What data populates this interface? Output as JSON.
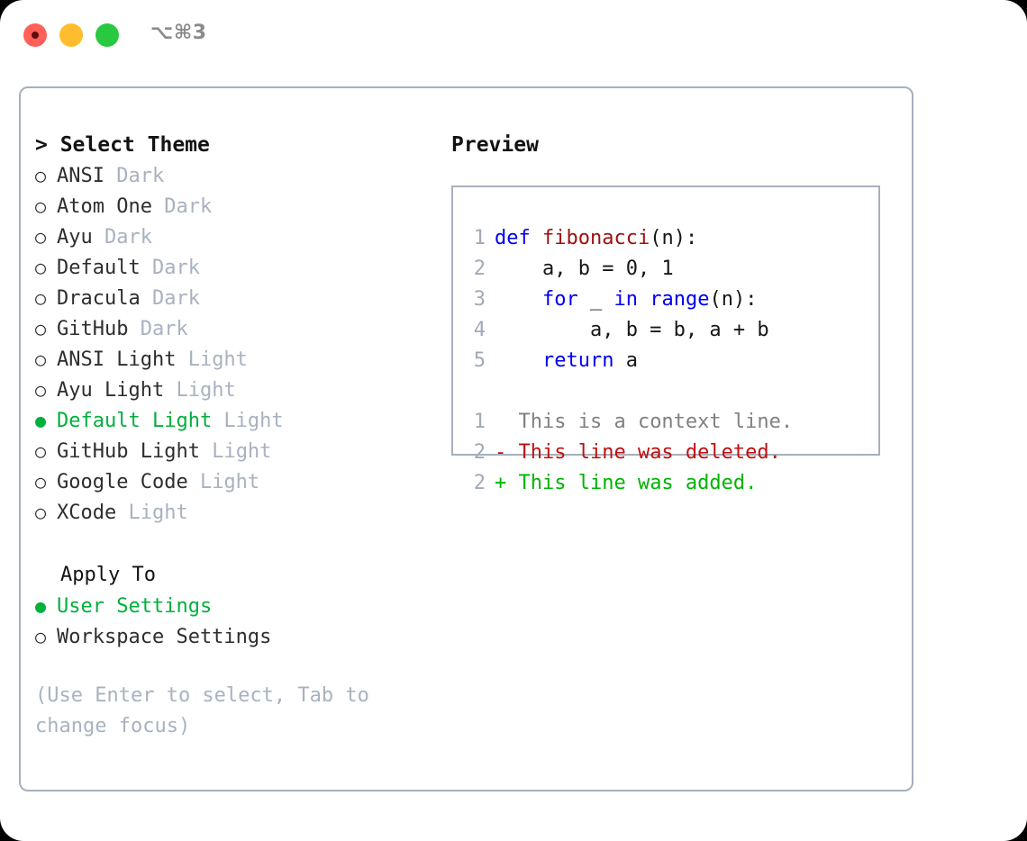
{
  "window": {
    "shortcut": "⌥⌘3",
    "traffic_lights": [
      {
        "name": "close",
        "color": "#ff5f57"
      },
      {
        "name": "minimize",
        "color": "#ffbd2e"
      },
      {
        "name": "maximize",
        "color": "#28c840"
      }
    ],
    "border_color": "#a6b0bd"
  },
  "theme_list": {
    "header": "> Select Theme",
    "selected_bullet": "●",
    "unselected_bullet": "○",
    "selected_color": "#00b03c",
    "muted_color": "#a8b2c0",
    "items": [
      {
        "bullet": "○",
        "name": "ANSI",
        "kind": " Dark",
        "selected": false
      },
      {
        "bullet": "○",
        "name": "Atom One",
        "kind": " Dark",
        "selected": false
      },
      {
        "bullet": "○",
        "name": "Ayu",
        "kind": " Dark",
        "selected": false
      },
      {
        "bullet": "○",
        "name": "Default",
        "kind": " Dark",
        "selected": false
      },
      {
        "bullet": "○",
        "name": "Dracula",
        "kind": " Dark",
        "selected": false
      },
      {
        "bullet": "○",
        "name": "GitHub",
        "kind": " Dark",
        "selected": false
      },
      {
        "bullet": "○",
        "name": "ANSI Light",
        "kind": " Light",
        "selected": false
      },
      {
        "bullet": "○",
        "name": "Ayu Light",
        "kind": " Light",
        "selected": false
      },
      {
        "bullet": "●",
        "name": "Default Light",
        "kind": " Light",
        "selected": true
      },
      {
        "bullet": "○",
        "name": "GitHub Light",
        "kind": " Light",
        "selected": false
      },
      {
        "bullet": "○",
        "name": "Google Code",
        "kind": " Light",
        "selected": false
      },
      {
        "bullet": "○",
        "name": "XCode",
        "kind": " Light",
        "selected": false
      }
    ]
  },
  "apply_to": {
    "title": "Apply To",
    "options": [
      {
        "bullet": "●",
        "label": "User Settings",
        "selected": true
      },
      {
        "bullet": "○",
        "label": "Workspace Settings",
        "selected": false
      }
    ]
  },
  "hint": "(Use Enter to select, Tab to change focus)",
  "preview": {
    "label": "Preview",
    "code_lines": [
      {
        "number": "1",
        "tokens": [
          {
            "text": "def ",
            "type": "kw"
          },
          {
            "text": "fibonacci",
            "type": "fn"
          },
          {
            "text": "(n):",
            "type": "plain"
          }
        ]
      },
      {
        "number": "2",
        "tokens": [
          {
            "text": "    a, b = 0, 1",
            "type": "plain"
          }
        ]
      },
      {
        "number": "3",
        "tokens": [
          {
            "text": "    ",
            "type": "plain"
          },
          {
            "text": "for",
            "type": "kw"
          },
          {
            "text": " _ ",
            "type": "plain"
          },
          {
            "text": "in",
            "type": "kw"
          },
          {
            "text": " ",
            "type": "plain"
          },
          {
            "text": "range",
            "type": "bi"
          },
          {
            "text": "(n):",
            "type": "plain"
          }
        ]
      },
      {
        "number": "4",
        "tokens": [
          {
            "text": "        a, b = b, a + b",
            "type": "plain"
          }
        ]
      },
      {
        "number": "5",
        "tokens": [
          {
            "text": "    ",
            "type": "plain"
          },
          {
            "text": "return",
            "type": "kw"
          },
          {
            "text": " a",
            "type": "plain"
          }
        ]
      }
    ],
    "diff_lines": [
      {
        "number": "1",
        "marker": " ",
        "text": " This is a context line.",
        "type": "ctx"
      },
      {
        "number": "2",
        "marker": "-",
        "text": " This line was deleted.",
        "type": "del"
      },
      {
        "number": "2",
        "marker": "+",
        "text": " This line was added.",
        "type": "add"
      }
    ],
    "colors": {
      "keyword": "#0000f0",
      "function": "#a01010",
      "line_number": "#a0aab8",
      "context": "#808080",
      "deleted": "#c01010",
      "added": "#00b400"
    }
  }
}
